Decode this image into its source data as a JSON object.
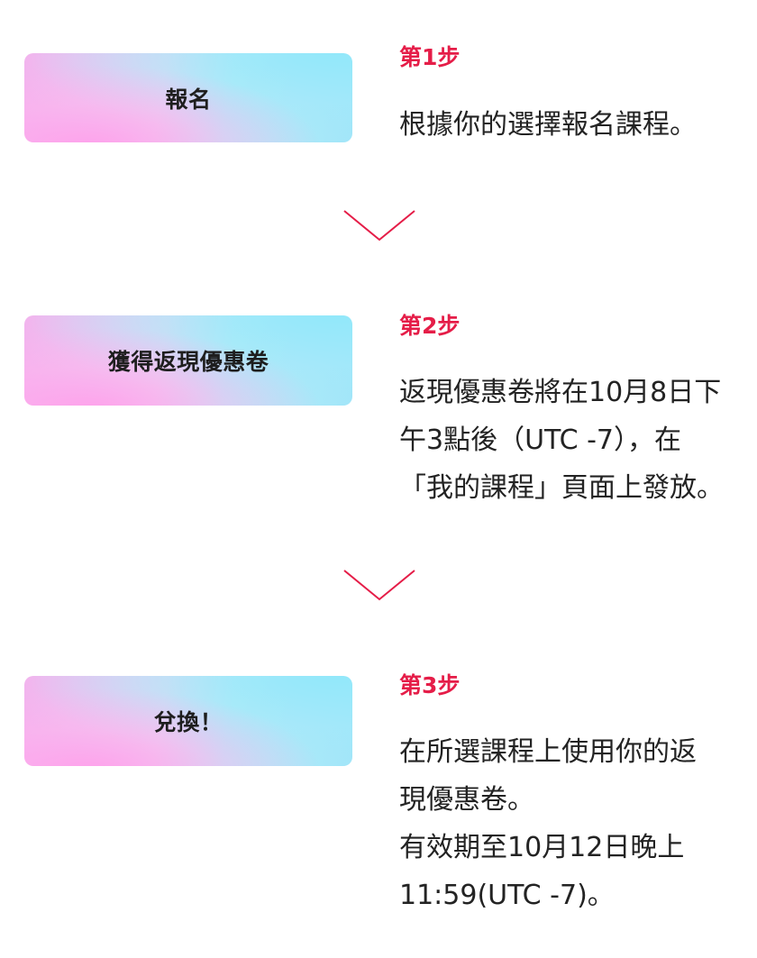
{
  "steps": [
    {
      "button_label": "報名",
      "step_label": "第1步",
      "description": "根據你的選擇報名課程。"
    },
    {
      "button_label": "獲得返現優惠卷",
      "step_label": "第2步",
      "description": "返現優惠卷將在10月8日下\n午3點後（UTC -7），在\n「我的課程」頁面上發放。"
    },
    {
      "button_label": "兌換！",
      "step_label": "第3步",
      "description": "在所選課程上使用你的返\n現優惠卷。\n有效期至10月12日晚上\n11:59(UTC -7)。"
    }
  ],
  "icons": {
    "arrow": "chevron-down-icon"
  },
  "colors": {
    "accent": "#e51d48",
    "text": "#232323",
    "card_gradient_pink": "#f2b4ee",
    "card_gradient_cyan": "#a2e6f9"
  }
}
